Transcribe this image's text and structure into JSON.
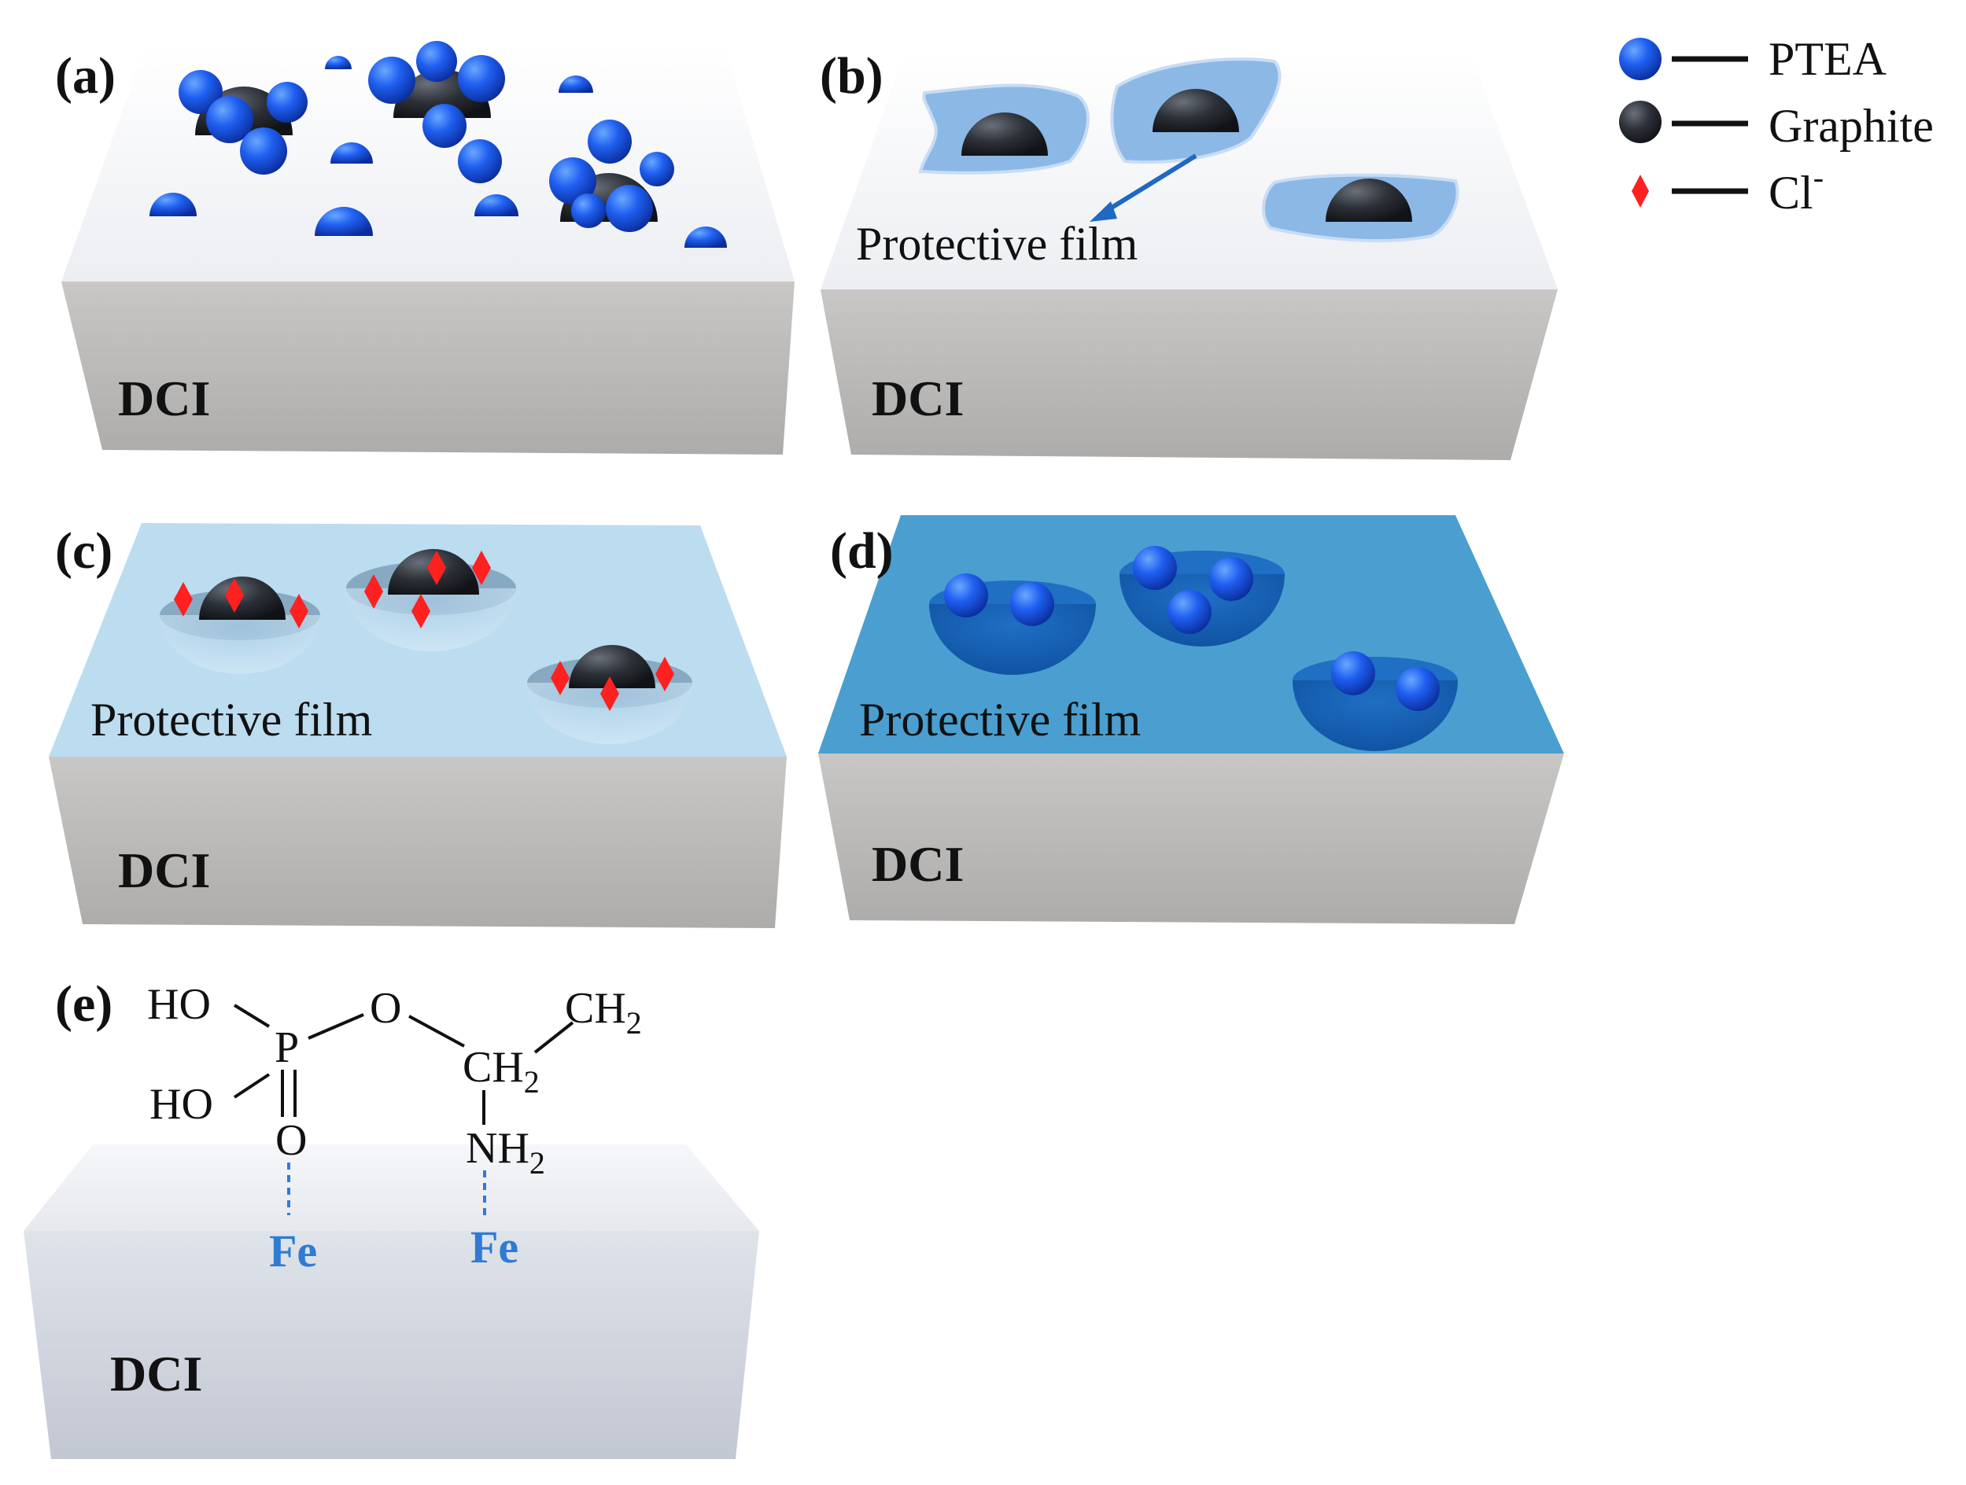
{
  "panels": {
    "a": {
      "letter": "(a)",
      "substrate": "DCI"
    },
    "b": {
      "letter": "(b)",
      "substrate": "DCI",
      "film_label": "Protective film"
    },
    "c": {
      "letter": "(c)",
      "substrate": "DCI",
      "film_label": "Protective film"
    },
    "d": {
      "letter": "(d)",
      "substrate": "DCI",
      "film_label": "Protective film"
    },
    "e": {
      "letter": "(e)",
      "substrate": "DCI"
    }
  },
  "legend": [
    {
      "symbol": "blue-sphere",
      "label": "PTEA",
      "color": "#1f5ff0"
    },
    {
      "symbol": "dark-sphere",
      "label": "Graphite",
      "color": "#2d3138"
    },
    {
      "symbol": "red-diamond",
      "label": "Cl",
      "superscript": "-",
      "color": "#ff2020"
    }
  ],
  "molecule": {
    "ho_top": "HO",
    "ho_bottom": "HO",
    "phosphorus": "P",
    "ester_oxygen": "O",
    "ch2_terminal": "CH",
    "ch2_terminal_sub": "2",
    "ch2_middle": "CH",
    "ch2_middle_sub": "2",
    "carbonyl_oxygen": "O",
    "amine": "NH",
    "amine_sub": "2",
    "fe_left": "Fe",
    "fe_right": "Fe"
  },
  "colors": {
    "ptea_blue": "#1f5ff0",
    "graphite": "#2d3138",
    "chloride_red": "#ff2020",
    "film_light_blue": "#bcdcf0",
    "film_dark_blue": "#4a9fd0",
    "fe_blue": "#2f7bd4",
    "substrate_gray": "#b5b3b1"
  }
}
